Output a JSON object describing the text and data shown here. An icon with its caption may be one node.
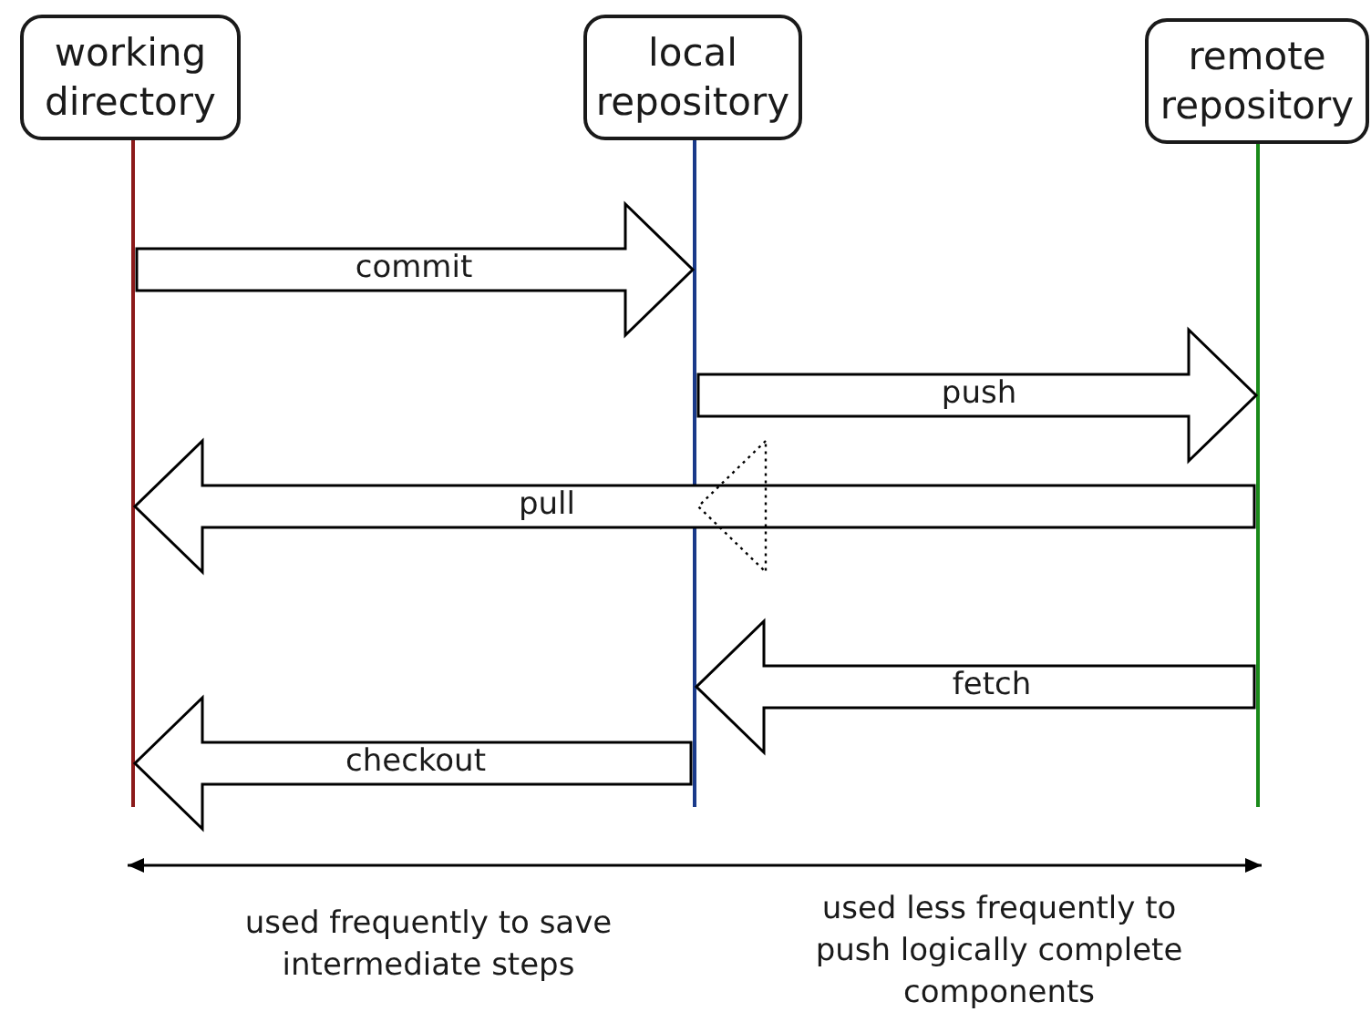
{
  "diagram": {
    "nodes": [
      {
        "text": [
          "working directory"
        ]
      },
      {
        "text": [
          "local repository"
        ]
      },
      {
        "text": [
          "remote repository"
        ]
      },
      {
        "text": [],
        "shape": "line"
      },
      {
        "text": [],
        "shape": "line"
      },
      {
        "text": [],
        "shape": "line"
      }
    ],
    "edges": [
      {
        "from": 3,
        "to": 4,
        "arrow": "to",
        "label": "commit"
      },
      {
        "from": 4,
        "to": 5,
        "arrow": "to",
        "label": "push"
      },
      {
        "from": 5,
        "to": 3,
        "arrow": "to",
        "label": "pull"
      },
      {
        "from": 5,
        "to": 4,
        "arrow": "to",
        "label": "fetch"
      },
      {
        "from": 4,
        "to": 3,
        "arrow": "to",
        "label": "checkout"
      }
    ],
    "labels": [
      "used frequently to save intermediate steps",
      "used less frequently to push logically complete components"
    ]
  }
}
